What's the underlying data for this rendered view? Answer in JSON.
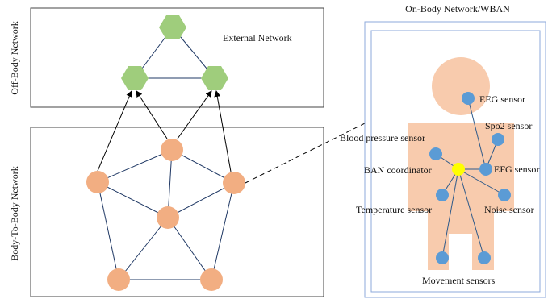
{
  "off_body": {
    "label": "Off-Body Network",
    "external_label": "External Network",
    "node_color": "#9fcd7c"
  },
  "body_to_body": {
    "label": "Body-To-Body Network",
    "node_color": "#f2ae82",
    "edge_color": "#1f3864"
  },
  "wban": {
    "title": "On-Body Network/WBAN",
    "border_color": "#8eaadb",
    "body_color": "#f8cbad",
    "sensor_color": "#5b9bd5",
    "coordinator_color": "#ffff00",
    "labels": {
      "eeg": "EEG sensor",
      "spo2": "Spo2 sensor",
      "blood_pressure": "Blood pressure sensor",
      "ban_coordinator": "BAN coordinator",
      "efg": "EFG sensor",
      "temperature": "Temperature sensor",
      "noise": "Noise sensor",
      "movement": "Movement sensors"
    }
  }
}
